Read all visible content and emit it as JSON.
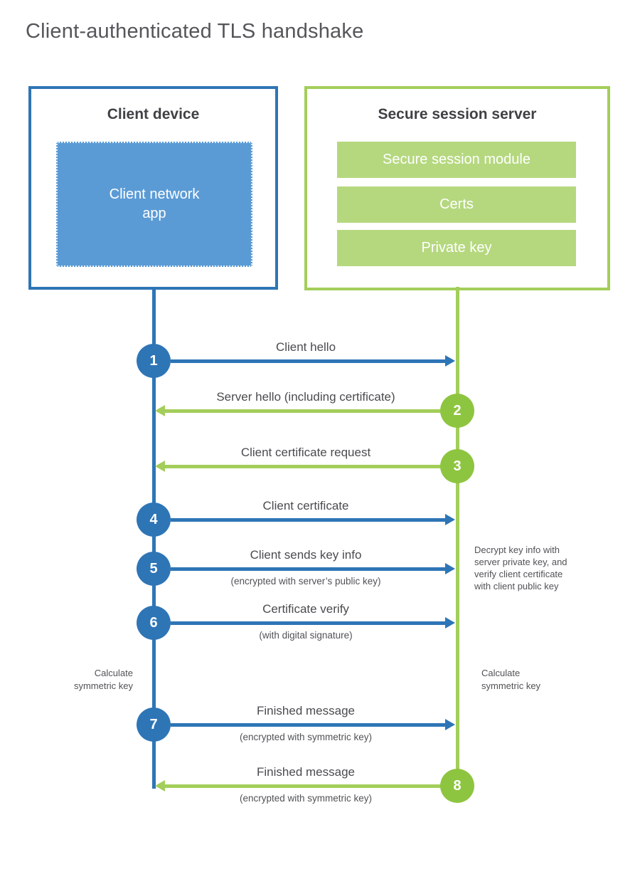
{
  "title": "Client-authenticated TLS handshake",
  "client": {
    "title": "Client device",
    "app_lines": [
      "Client network",
      "app"
    ]
  },
  "server": {
    "title": "Secure session server",
    "modules": [
      "Secure session module",
      "Certs",
      "Private key"
    ]
  },
  "steps": [
    {
      "num": "1",
      "from": "client",
      "direction": "right",
      "label": "Client hello",
      "sublabel": ""
    },
    {
      "num": "2",
      "from": "server",
      "direction": "left",
      "label": "Server hello (including certificate)",
      "sublabel": ""
    },
    {
      "num": "3",
      "from": "server",
      "direction": "left",
      "label": "Client certificate request",
      "sublabel": ""
    },
    {
      "num": "4",
      "from": "client",
      "direction": "right",
      "label": "Client certificate",
      "sublabel": ""
    },
    {
      "num": "5",
      "from": "client",
      "direction": "right",
      "label": "Client sends key info",
      "sublabel": "(encrypted with server’s public key)"
    },
    {
      "num": "6",
      "from": "client",
      "direction": "right",
      "label": "Certificate verify",
      "sublabel": "(with digital signature)"
    },
    {
      "num": "7",
      "from": "client",
      "direction": "right",
      "label": "Finished message",
      "sublabel": "(encrypted with symmetric key)"
    },
    {
      "num": "8",
      "from": "server",
      "direction": "left",
      "label": "Finished message",
      "sublabel": "(encrypted with symmetric key)"
    }
  ],
  "notes": {
    "decrypt_lines": [
      "Decrypt key info with",
      "server private key, and",
      "verify client certificate",
      "with client public key"
    ],
    "calc_left_lines": [
      "Calculate",
      "symmetric key"
    ],
    "calc_right_lines": [
      "Calculate",
      "symmetric key"
    ]
  },
  "colors": {
    "blue": "#2e75b6",
    "blue_fill": "#5b9bd5",
    "green": "#a3ce5a",
    "green_circle": "#8ec540",
    "green_fill": "#b5d87f",
    "text_dark": "#3f4144",
    "text_gray": "#515256"
  }
}
